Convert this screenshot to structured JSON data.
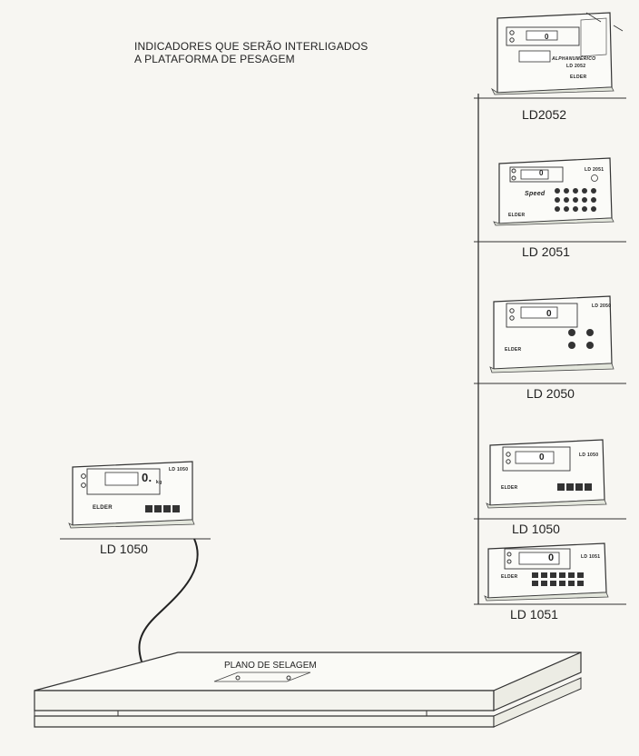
{
  "heading": {
    "line1": "INDICADORES QUE SERÃO INTERLIGADOS",
    "line2": "A PLATAFORMA DE PESAGEM"
  },
  "indicators": [
    {
      "model": "LD2052",
      "reading": "0",
      "brand": "ALPHANUMÉRICO",
      "panel_code": "LD 2052",
      "maker": "ELDER"
    },
    {
      "model": "LD 2051",
      "reading": "0",
      "brand": "Speed",
      "panel_code": "LD 2051",
      "maker": "ELDER"
    },
    {
      "model": "LD 2050",
      "reading": "0",
      "panel_code": "LD 2050",
      "maker": "ELDER"
    },
    {
      "model": "LD 1050",
      "reading": "0",
      "panel_code": "LD 1050",
      "maker": "ELDER"
    },
    {
      "model": "LD 1051",
      "reading": "0",
      "panel_code": "LD 1051",
      "maker": "ELDER"
    }
  ],
  "connected_indicator": {
    "model": "LD 1050",
    "reading": "0.",
    "panel_code": "LD 1050",
    "maker": "ELDER"
  },
  "platform": {
    "label": "PLANO DE SELAGEM"
  },
  "unit": "kg"
}
